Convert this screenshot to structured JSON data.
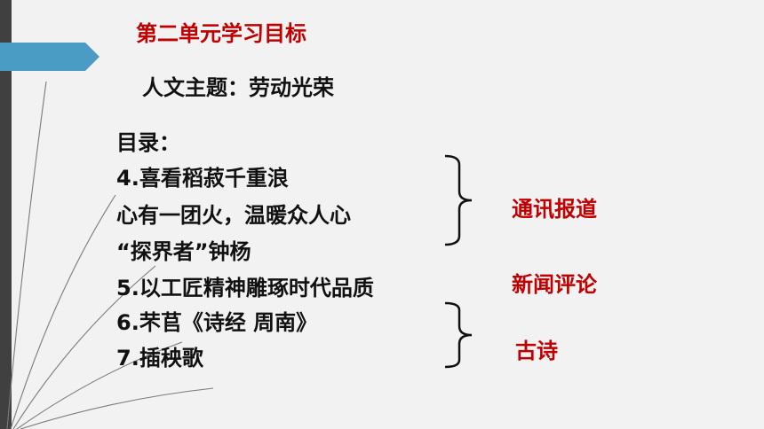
{
  "slide": {
    "title": "第二单元学习目标",
    "theme_label": "人文主题：",
    "theme_value": "劳动光荣",
    "toc_heading": "目录：",
    "toc_items": [
      "4.喜看稻菽千重浪",
      "心有一团火，温暖众人心",
      "“探界者”钟杨",
      "5.以工匠精神雕琢时代品质",
      "6.芣苢《诗经 周南》",
      "7.插秧歌"
    ],
    "labels": [
      "通讯报道",
      "新闻评论",
      "古诗"
    ]
  },
  "colors": {
    "title_red": "#c00000",
    "accent_blue": "#4a9cc4",
    "background": "#f2f2f2",
    "text": "#111111"
  }
}
